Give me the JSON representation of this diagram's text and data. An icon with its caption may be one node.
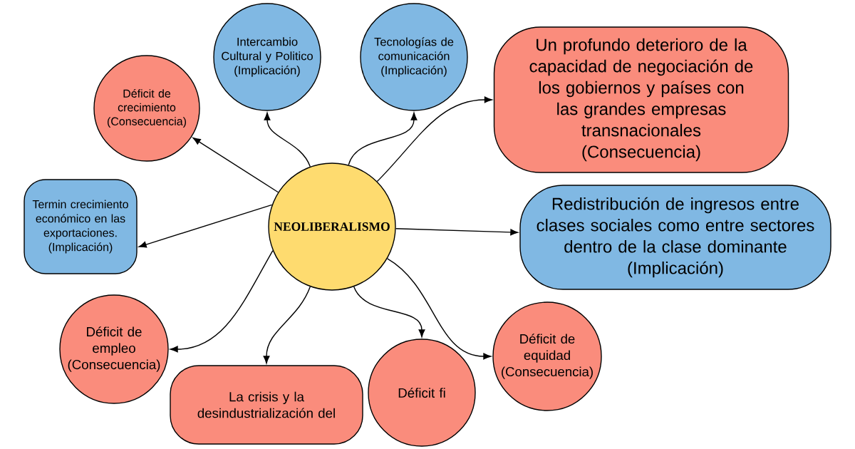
{
  "diagram": {
    "nodes": [
      {
        "text": [
          "NEOLIBERALISMO"
        ]
      },
      {
        "text": [
          "Intercambio Cultural y Politico (Implicación)"
        ]
      },
      {
        "text": [
          "Tecnologías de comunicación (Implicación)"
        ]
      },
      {
        "text": [
          "Déficit de crecimiento (Consecuencia)"
        ]
      },
      {
        "text": [
          "Un profundo deterioro de la capacidad de negociación de los gobiernos y países con las grandes empresas transnacionales (Consecuencia)"
        ]
      },
      {
        "text": [
          "Termin crecimiento económico en las exportaciones. (Implicación)"
        ]
      },
      {
        "text": [
          "Redistribución de ingresos entre clases sociales como entre sectores dentro de la clase dominante (Implicación)"
        ]
      },
      {
        "text": [
          "Déficit de empleo (Consecuencia)"
        ]
      },
      {
        "text": [
          "Déficit de equidad (Consecuencia)"
        ]
      },
      {
        "text": [
          "La crisis y la desindustrialización del"
        ]
      },
      {
        "text": [
          "Déficit fi"
        ]
      }
    ],
    "edges": [
      {
        "from": 0,
        "to": 1,
        "arrow": "to"
      },
      {
        "from": 0,
        "to": 2,
        "arrow": "to"
      },
      {
        "from": 0,
        "to": 3,
        "arrow": "to"
      },
      {
        "from": 0,
        "to": 4,
        "arrow": "to"
      },
      {
        "from": 0,
        "to": 5,
        "arrow": "to"
      },
      {
        "from": 0,
        "to": 6,
        "arrow": "to"
      },
      {
        "from": 0,
        "to": 7,
        "arrow": "to"
      },
      {
        "from": 0,
        "to": 8,
        "arrow": "to"
      },
      {
        "from": 0,
        "to": 9,
        "arrow": "to"
      },
      {
        "from": 0,
        "to": 10,
        "arrow": "to"
      }
    ]
  }
}
